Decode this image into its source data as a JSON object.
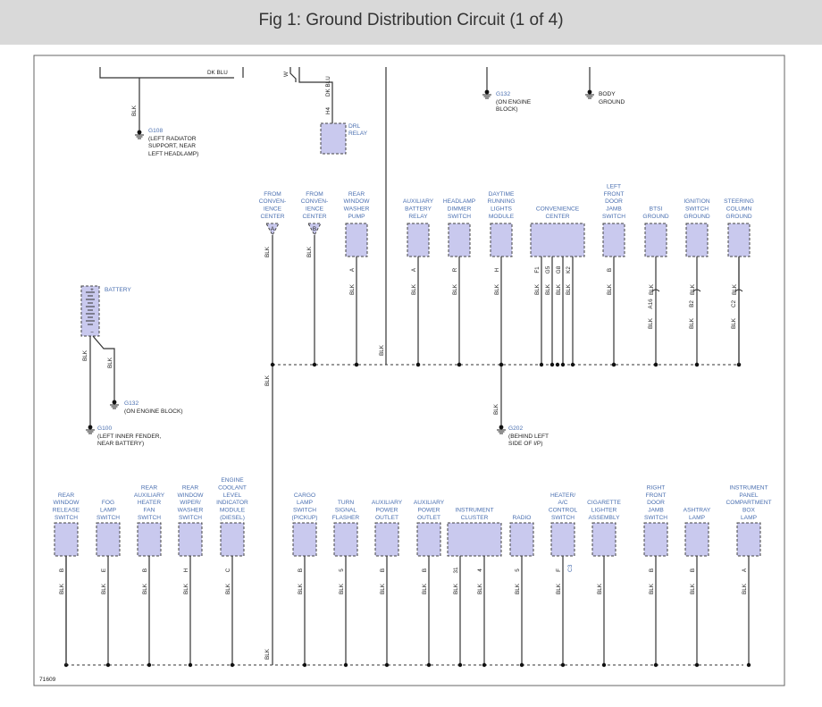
{
  "header": {
    "title": "Fig 1: Ground Distribution Circuit (1 of 4)"
  },
  "figure_id": "71609",
  "wire_color": "BLK",
  "top": {
    "dk_blu": "DK BLU",
    "drl_w": "W",
    "drl_dkblu": "DK BLU",
    "drl_pin": "H4",
    "drl_relay": [
      "DRL",
      "RELAY"
    ],
    "g108_id": "G108",
    "g108_desc": [
      "(LEFT RADIATOR",
      "SUPPORT, NEAR",
      "LEFT HEADLAMP)"
    ],
    "g132_id": "G132",
    "g132_desc": [
      "(ON ENGINE",
      "BLOCK)"
    ],
    "body_ground": [
      "BODY",
      "GROUND"
    ]
  },
  "battery": {
    "label": "BATTERY",
    "g132_id": "G132",
    "g132_desc": "(ON ENGINE BLOCK)",
    "g100_id": "G100",
    "g100_desc": [
      "(LEFT INNER FENDER,",
      "NEAR BATTERY)"
    ]
  },
  "upper_components": [
    {
      "name": [
        "FROM",
        "CONVEN-",
        "IENCE",
        "CENTER"
      ],
      "pin": "A"
    },
    {
      "name": [
        "FROM",
        "CONVEN-",
        "IENCE",
        "CENTER"
      ],
      "pin": "B"
    },
    {
      "name": [
        "REAR",
        "WINDOW",
        "WASHER",
        "PUMP"
      ],
      "pin": "A"
    },
    {
      "name": [
        "AUXILIARY",
        "BATTERY",
        "RELAY"
      ],
      "pin": "A"
    },
    {
      "name": [
        "HEADLAMP",
        "DIMMER",
        "SWITCH"
      ],
      "pin": "R"
    },
    {
      "name": [
        "DAYTIME",
        "RUNNING",
        "LIGHTS",
        "MODULE"
      ],
      "pin": "H"
    },
    {
      "name": [
        "CONVENIENCE",
        "CENTER"
      ],
      "pins": [
        "F1",
        "G5",
        "G8",
        "K2"
      ]
    },
    {
      "name": [
        "LEFT",
        "FRONT",
        "DOOR",
        "JAMB",
        "SWITCH"
      ],
      "pin": "B"
    },
    {
      "name": [
        "BTSI",
        "GROUND"
      ],
      "splice": "A16"
    },
    {
      "name": [
        "IGNITION",
        "SWITCH",
        "GROUND"
      ],
      "splice": "B2"
    },
    {
      "name": [
        "STEERING",
        "COLUMN",
        "GROUND"
      ],
      "splice": "C2"
    }
  ],
  "g202": {
    "id": "G202",
    "desc": [
      "(BEHIND LEFT",
      "SIDE OF I/P)"
    ]
  },
  "lower_components": [
    {
      "name": [
        "REAR",
        "WINDOW",
        "RELEASE",
        "SWITCH"
      ],
      "pin": "B"
    },
    {
      "name": [
        "FOG",
        "LAMP",
        "SWITCH"
      ],
      "pin": "E"
    },
    {
      "name": [
        "REAR",
        "AUXILIARY",
        "HEATER",
        "FAN",
        "SWITCH"
      ],
      "pin": "B"
    },
    {
      "name": [
        "REAR",
        "WINDOW",
        "WIPER/",
        "WASHER",
        "SWITCH"
      ],
      "pin": "H"
    },
    {
      "name": [
        "ENGINE",
        "COOLANT",
        "LEVEL",
        "INDICATOR",
        "MODULE",
        "(DIESEL)"
      ],
      "pin": "C"
    },
    {
      "name": [
        "CARGO",
        "LAMP",
        "SWITCH",
        "(PICKUP)"
      ],
      "pin": "B"
    },
    {
      "name": [
        "TURN",
        "SIGNAL",
        "FLASHER"
      ],
      "pin": "5"
    },
    {
      "name": [
        "AUXILIARY",
        "POWER",
        "OUTLET"
      ],
      "pin": "B"
    },
    {
      "name": [
        "AUXILIARY",
        "POWER",
        "OUTLET"
      ],
      "pin": "B"
    },
    {
      "name": [
        "INSTRUMENT",
        "CLUSTER"
      ],
      "pins": [
        "31",
        "4"
      ]
    },
    {
      "name": [
        "RADIO"
      ],
      "pin": "5"
    },
    {
      "name": [
        "HEATER/",
        "A/C",
        "CONTROL",
        "SWITCH"
      ],
      "pin": "F",
      "extra": "C3"
    },
    {
      "name": [
        "CIGARETTE",
        "LIGHTER",
        "ASSEMBLY"
      ],
      "pin": ""
    },
    {
      "name": [
        "RIGHT",
        "FRONT",
        "DOOR",
        "JAMB",
        "SWITCH"
      ],
      "pin": "B"
    },
    {
      "name": [
        "ASHTRAY",
        "LAMP"
      ],
      "pin": "B"
    },
    {
      "name": [
        "INSTRUMENT",
        "PANEL",
        "COMPARTMENT",
        "BOX",
        "LAMP"
      ],
      "pin": "A"
    }
  ]
}
